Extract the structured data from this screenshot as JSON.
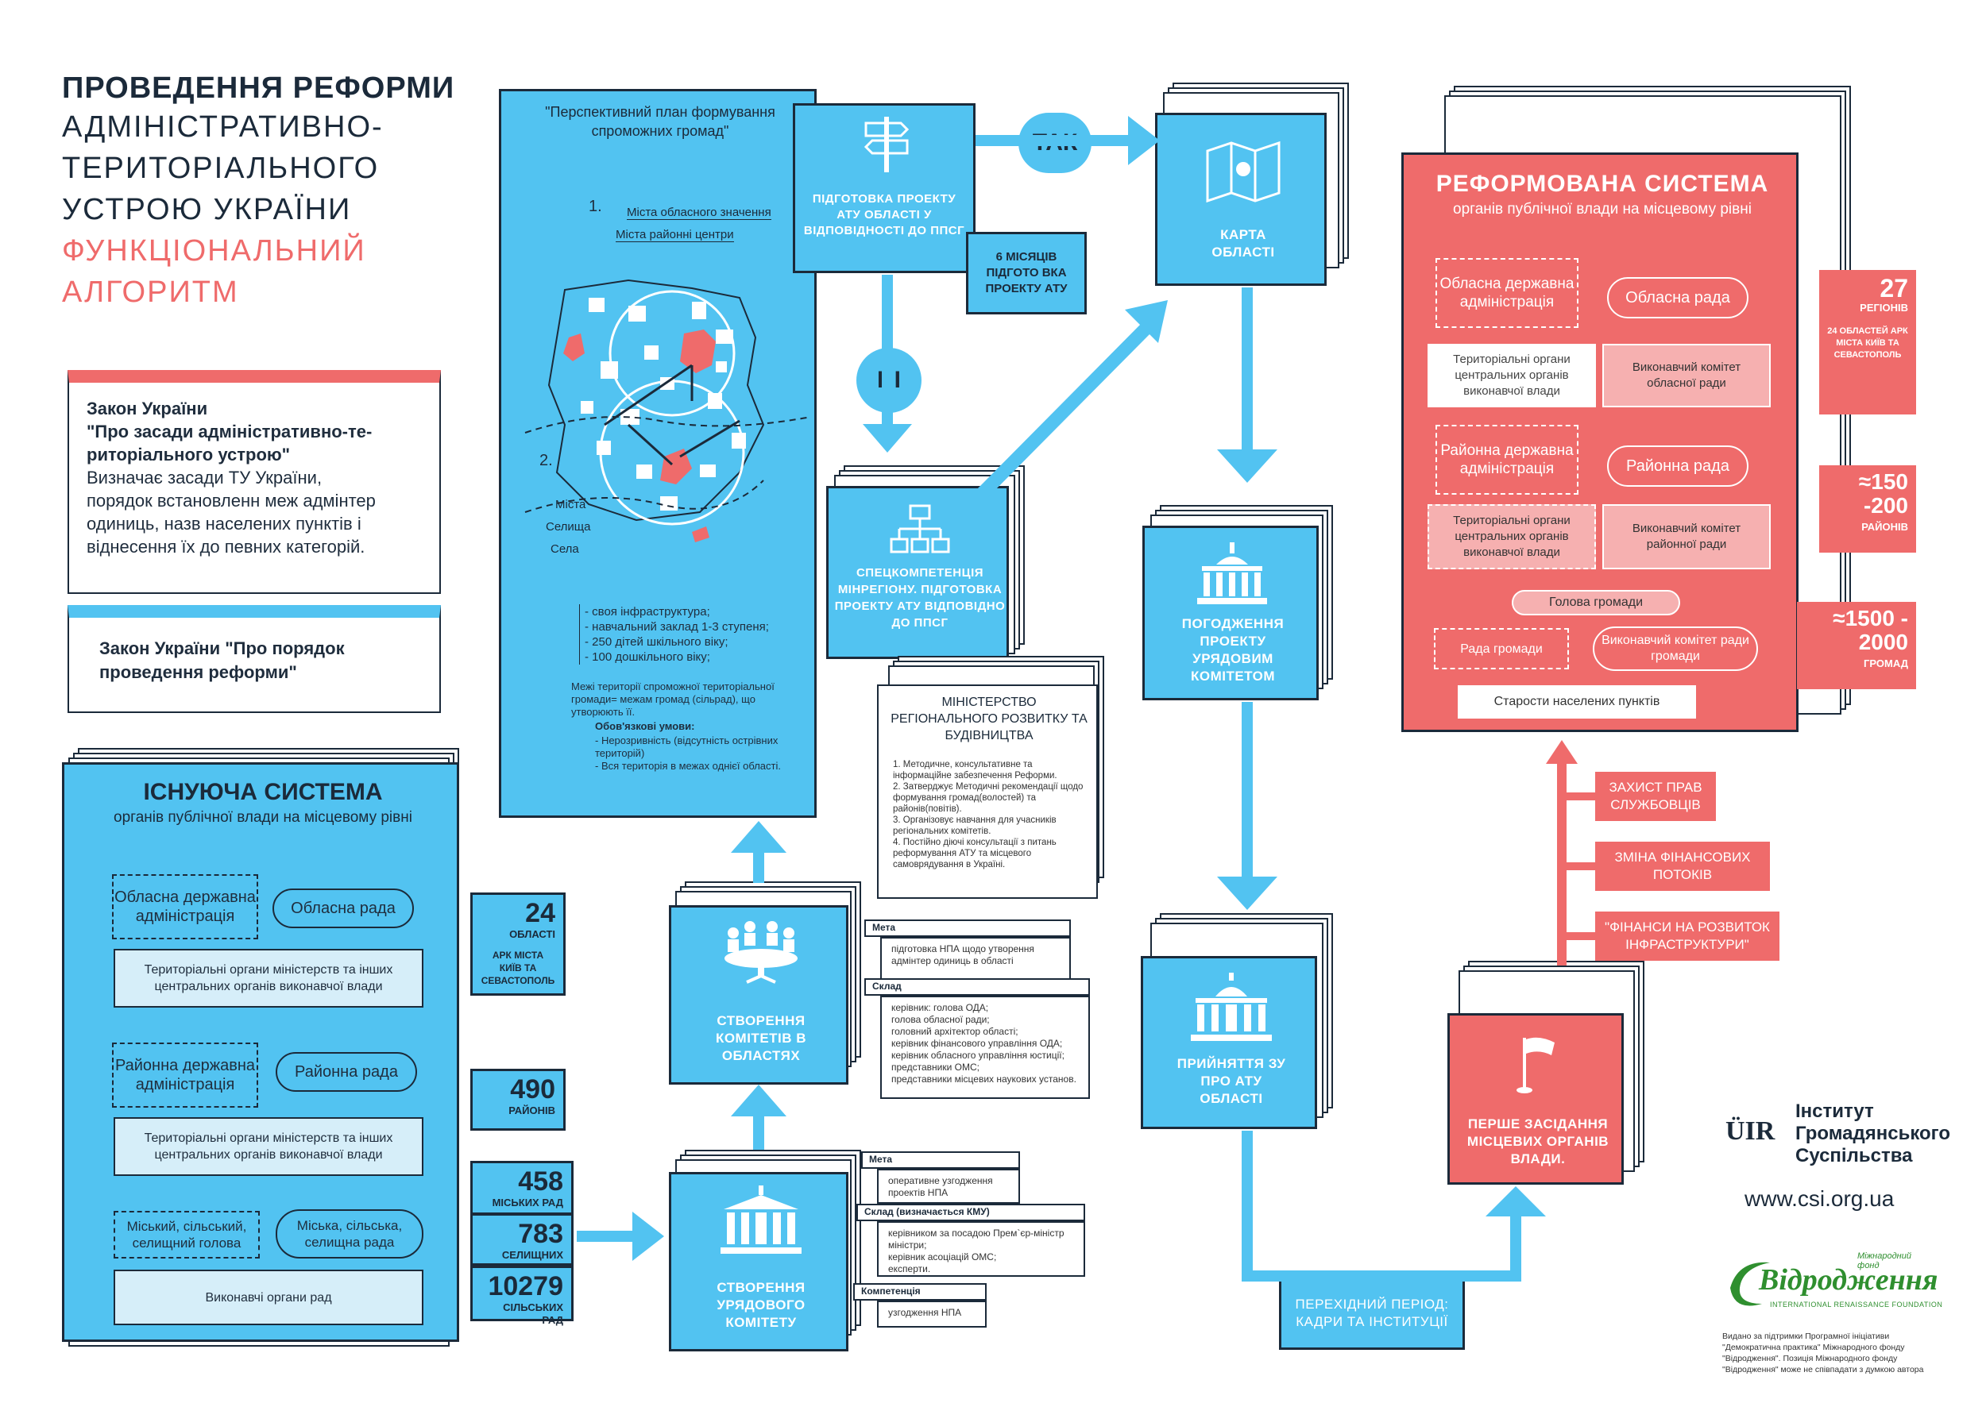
{
  "title": {
    "line1": "ПРОВЕДЕННЯ РЕФОРМИ",
    "line2": "АДМІНІСТРАТИВНО-",
    "line3": "ТЕРИТОРІАЛЬНОГО",
    "line4": "УСТРОЮ УКРАЇНИ",
    "line5": "ФУНКЦІОНАЛЬНИЙ",
    "line6": "АЛГОРИТМ"
  },
  "law1": {
    "l1": "Закон України",
    "l2": "\"Про засади адміністративно-те-",
    "l3": "риторіального устрою\"",
    "l4": "Визначає засади ТУ України,",
    "l5": "порядок встановленн меж адмінтер",
    "l6": "одиниць, назв населених пунктів і",
    "l7": "віднесення їх до певних категорій."
  },
  "law2": {
    "l1": "Закон України \"Про порядок",
    "l2": "проведення реформи\""
  },
  "existing": {
    "title": "ІСНУЮЧА СИСТЕМА",
    "subtitle": "органів публічної влади на місцевому рівні",
    "oda": "Обласна державна адміністрація",
    "oblrada": "Обласна рада",
    "terr1": "Територіальні органи міністерств та інших центральних органів виконавчої влади",
    "rda": "Районна державна адміністрація",
    "rayrada": "Районна рада",
    "terr2": "Територіальні органи міністерств та інших центральних органів виконавчої влади",
    "head": "Міський, сільський, селищний голова",
    "council": "Міська, сільська, селищна рада",
    "exec": "Виконавчі органи рад"
  },
  "stats_existing": [
    {
      "num": "24",
      "label": "ОБЛАСТІ",
      "sub": "АРК МІСТА КИЇВ ТА СЕВАСТОПОЛЬ"
    },
    {
      "num": "490",
      "label": "РАЙОНІВ"
    },
    {
      "num": "458",
      "label": "МІСЬКИХ РАД"
    },
    {
      "num": "783",
      "label": "СЕЛИЩНИХ РАД"
    },
    {
      "num": "10279",
      "label": "СІЛЬСЬКИХ РАД"
    }
  ],
  "plan": {
    "title": "\"Перспективний план формування спроможних громад\"",
    "n1": "1.",
    "n2": "2.",
    "l1": "Міста обласного значення",
    "l2": "Міста районні центри",
    "l3": "Міста",
    "l4": "Селища",
    "l5": "Села",
    "req": "- своя інфраструктура;\n- навчальний заклад 1-3 ступеня;\n- 250 дітей шкільного віку;\n- 100 дошкільного віку;",
    "bounds": "Межі території спроможної територіальної громади= межам громад (сільрад), що утворюють її.",
    "cond_title": "Обов'язкові умови:",
    "cond": "- Нерозривність (відсутність острівних територій)\n- Вся територія в межах однієї області."
  },
  "prep": {
    "text": "ПІДГОТОВКА ПРОЕКТУ АТУ ОБЛАСТІ У ВІДПОВІДНОСТІ ДО ППСГ",
    "months": "6 МІСЯЦІВ ПІДГОТО ВКА ПРОЕКТУ АТУ"
  },
  "yes": "ТАК",
  "no": "НІ",
  "map_card": "КАРТА ОБЛАСТІ",
  "spec": "СПЕЦКОМПЕТЕНЦІЯ МІНРЕГІОНУ. ПІДГОТОВКА ПРОЕКТУ АТУ ВІДПОВІДНО ДО ППСГ",
  "ministry": {
    "title": "МІНІСТЕРСТВО РЕГІОНАЛЬНОГО РОЗВИТКУ ТА БУДІВНИЦТВА",
    "items": "1. Методичне, консультативне та інформаційне забезпечення Реформи.\n2. Затверджує Методичні рекомендації щодо формування громад(волостей) та районів(повітів).\n3. Організовує навчання для учасників регіональних комітетів.\n4. Постійно діючі консультації з питань реформування АТУ та місцевого самоврядування в Україні."
  },
  "committees": {
    "text": "СТВОРЕННЯ КОМІТЕТІВ В ОБЛАСТЯХ",
    "meta_h": "Мета",
    "meta": "підготовка НПА щодо утворення адмінтер одиниць в області",
    "sklad_h": "Склад",
    "sklad": "керівник: голова ОДА;\nголова обласної ради;\nголовний архітектор області;\nкерівник фінансового управління ОДА;\nкерівник обласного управління юстиції;\nпредставники ОМС;\nпредставники місцевих наукових установ."
  },
  "govcom": {
    "text": "СТВОРЕННЯ УРЯДОВОГО КОМІТЕТУ",
    "meta_h": "Мета",
    "meta": "оперативне узгодження проектів НПА",
    "sklad_h": "Склад (визначається КМУ)",
    "sklad": "керівником за посадою Прем`єр-міністр міністри;\nкерівник асоціацій ОМС;\nексперти.",
    "komp_h": "Компетенція",
    "komp": "узгодження НПА"
  },
  "approval": "ПОГОДЖЕННЯ ПРОЕКТУ УРЯДОВИМ КОМІТЕТОМ",
  "adoption": "ПРИЙНЯТТЯ ЗУ ПРО АТУ ОБЛАСТІ",
  "transition": "ПЕРЕХІДНИЙ ПЕРІОД: КАДРИ ТА ІНСТИТУЦІЇ",
  "first_session": "ПЕРШЕ ЗАСІДАННЯ МІСЦЕВИХ ОРГАНІВ ВЛАДИ.",
  "tags": [
    "ЗАХИСТ ПРАВ СЛУЖБОВЦІВ",
    "ЗМІНА ФІНАНСОВИХ ПОТОКІВ",
    "\"ФІНАНСИ НА РОЗВИТОК ІНФРАСТРУКТУРИ\""
  ],
  "reformed": {
    "title": "РЕФОРМОВАНА СИСТЕМА",
    "subtitle": "органів публічної влади на місцевому рівні",
    "oda": "Обласна державна адміністрація",
    "oblrada": "Обласна рада",
    "terr1": "Територіальні органи центральних органів виконавчої влади",
    "exec1": "Виконавчий комітет обласної ради",
    "rda": "Районна державна адміністрація",
    "rayrada": "Районна рада",
    "terr2": "Територіальні органи центральних органів виконавчої влади",
    "exec2": "Виконавчий комітет районної ради",
    "head": "Голова громади",
    "council": "Рада громади",
    "exec3": "Виконавчий комітет ради громади",
    "elders": "Старости населених пунктів"
  },
  "stats_reformed": [
    {
      "num": "27",
      "label": "РЕГІОНІВ",
      "sub": "24 ОБЛАСТЕЙ АРК МІСТА КИЇВ ТА СЕВАСТОПОЛЬ"
    },
    {
      "num": "≈150 -200",
      "label": "РАЙОНІВ"
    },
    {
      "num": "≈1500 - 2000",
      "label": "ГРОМАД"
    }
  ],
  "logo": {
    "csi_mark": "ÜIR",
    "csi_l1": "Інститут",
    "csi_l2": "Громадянського",
    "csi_l3": "Суспільства",
    "url": "www.csi.org.ua",
    "irf_top": "Міжнародний фонд",
    "irf_name": "Відродження",
    "irf_en": "INTERNATIONAL RENAISSANCE FOUNDATION",
    "footnote": "Видано за підтримки Програмної ініціативи \"Демократична практика\" Міжнародного фонду \"Відродження\". Позиція Міжнародного фонду \"Відродження\" може не співпадати з думкою автора"
  },
  "colors": {
    "blue": "#52c3f1",
    "red": "#ef6b6b",
    "dark": "#1b2a3a"
  }
}
